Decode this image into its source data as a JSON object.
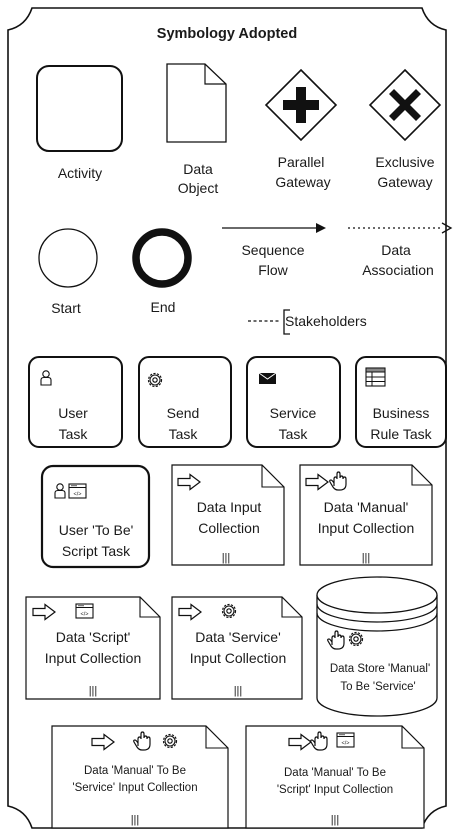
{
  "title": "Symbology Adopted",
  "row1": {
    "activity": "Activity",
    "data_object": [
      "Data",
      "Object"
    ],
    "parallel_gateway": [
      "Parallel",
      "Gateway"
    ],
    "exclusive_gateway": [
      "Exclusive",
      "Gateway"
    ]
  },
  "row2": {
    "start": "Start",
    "end": "End",
    "sequence_flow": [
      "Sequence",
      "Flow"
    ],
    "data_association": [
      "Data",
      "Association"
    ],
    "stakeholders": "Stakeholders"
  },
  "tasks": {
    "user_task": [
      "User",
      "Task"
    ],
    "send_task": [
      "Send",
      "Task"
    ],
    "service_task": [
      "Service",
      "Task"
    ],
    "business_rule_task": [
      "Business",
      "Rule Task"
    ]
  },
  "row4": {
    "user_to_be_script_task": [
      "User 'To Be'",
      "Script Task"
    ],
    "data_input_collection": [
      "Data Input",
      "Collection"
    ],
    "data_manual_input_collection": [
      "Data 'Manual'",
      "Input Collection"
    ]
  },
  "row5": {
    "data_script_input_collection": [
      "Data 'Script'",
      "Input Collection"
    ],
    "data_service_input_collection": [
      "Data 'Service'",
      "Input Collection"
    ],
    "data_store_manual_to_be_service": [
      "Data Store 'Manual'",
      "To Be 'Service'"
    ]
  },
  "row6": {
    "data_manual_to_be_service_input_collection": [
      "Data 'Manual' To Be",
      "'Service' Input Collection"
    ],
    "data_manual_to_be_script_input_collection": [
      "Data 'Manual' To Be",
      "'Script' Input Collection"
    ]
  },
  "collection_marker": "|||"
}
